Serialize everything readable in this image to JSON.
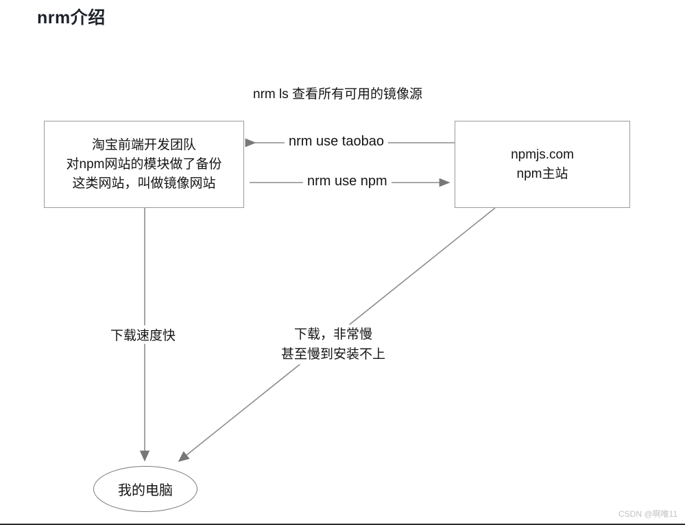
{
  "page": {
    "title": "nrm介绍",
    "watermark": "CSDN @啊唯11",
    "background_color": "#ffffff",
    "line_color": "#8c8c8c",
    "text_color": "#141414"
  },
  "diagram": {
    "type": "flow-diagram",
    "nodes": [
      {
        "id": "taobao-mirror",
        "shape": "rectangle",
        "lines": [
          "淘宝前端开发团队",
          "对npm网站的模块做了备份",
          "这类网站，叫做镜像网站"
        ]
      },
      {
        "id": "npmjs-origin",
        "shape": "rectangle",
        "lines": [
          "npmjs.com",
          "npm主站"
        ]
      },
      {
        "id": "my-computer",
        "shape": "ellipse",
        "lines": [
          "我的电脑"
        ]
      }
    ],
    "edges": [
      {
        "id": "use-taobao",
        "label": "nrm use taobao",
        "from": "npmjs-origin",
        "to": "taobao-mirror",
        "direction": "left"
      },
      {
        "id": "use-npm",
        "label": "nrm use npm",
        "from": "taobao-mirror",
        "to": "npmjs-origin",
        "direction": "right"
      },
      {
        "id": "fast-download",
        "label": "下载速度快",
        "from": "taobao-mirror",
        "to": "my-computer",
        "direction": "down"
      },
      {
        "id": "slow-download",
        "label_line1": "下载，非常慢",
        "label_line2": "甚至慢到安装不上",
        "from": "npmjs-origin",
        "to": "my-computer",
        "direction": "diagonal-down-left"
      }
    ],
    "annotations": [
      {
        "id": "nrm-ls",
        "text": "nrm ls 查看所有可用的镜像源"
      }
    ]
  }
}
